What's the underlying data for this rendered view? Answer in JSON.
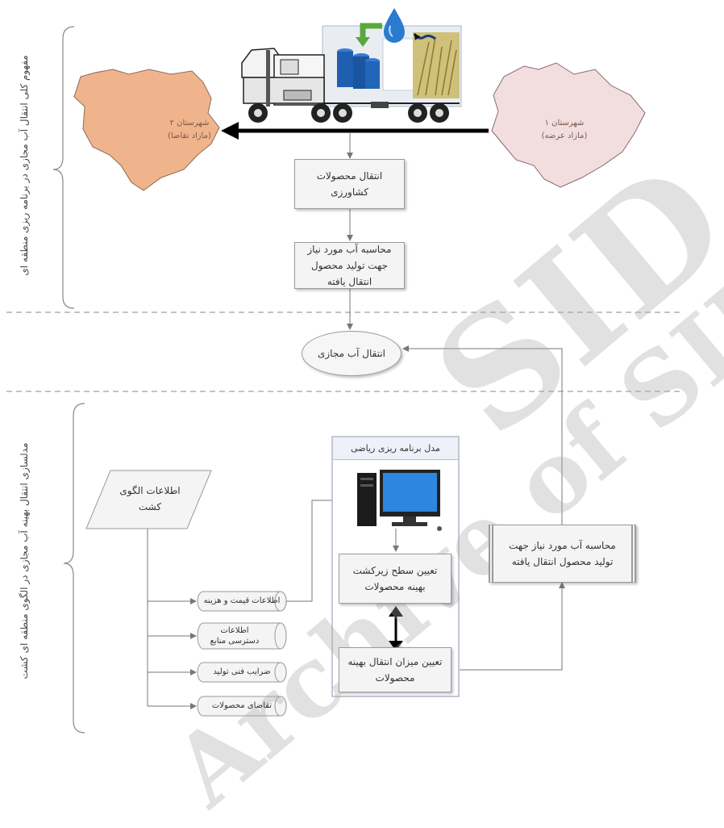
{
  "upper": {
    "side_label": "مفهوم کلی انتقال آب مجازی در برنامه ریزی منطقه ای",
    "city_left": "شهرستان ۲",
    "city_left_sub": "(مازاد تقاضا)",
    "city_right": "شهرستان ۱",
    "city_right_sub": "(مازاد عرضه)",
    "box_transfer": "انتقال محصولات کشاورزی",
    "box_calc": "محاسبه آب مورد نیاز جهت تولید محصول انتقال یافته"
  },
  "center": {
    "oval": "انتقال آب مجازی"
  },
  "lower": {
    "side_label": "مدلسازی انتقال بهینه آب مجازی در الگوی منطقه ای کشت",
    "pattern_info": "اطلاعات الگوی کشت",
    "model_title": "مدل برنامه ریزی ریاضی",
    "surface_box": "تعیین سطح زیرکشت بهینه محصولات",
    "transfer_box": "تعیین میزان انتقال بهینه محصولات",
    "calc_right": "محاسبه آب مورد نیاز جهت تولید محصول انتقال یافته",
    "cylinders": [
      "اطلاعات قیمت و هزینه",
      "اطلاعات دسترسی منابع",
      "ضرایب فنی تولید",
      "تقاضای محصولات"
    ]
  },
  "watermark": {
    "big": "SID",
    "small": "Archive of SID"
  },
  "colors": {
    "city_left_fill": "#f0b48c",
    "city_right_fill": "#f2dede",
    "water_blue": "#2a7bd0",
    "green_arrow": "#5aa83a",
    "barrel_blue": "#1f5fb0"
  }
}
